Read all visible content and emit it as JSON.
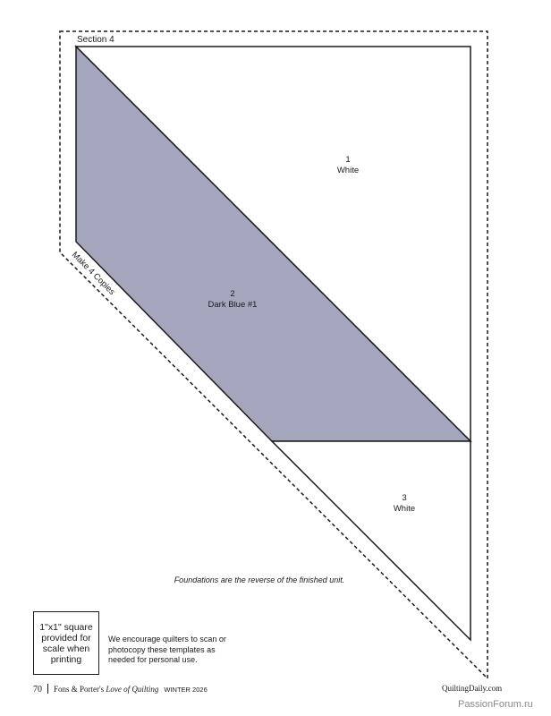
{
  "template": {
    "section_label": "Section 4",
    "copies_label": "Make 4 Copies",
    "pieces": [
      {
        "number": "1",
        "fabric": "White"
      },
      {
        "number": "2",
        "fabric": "Dark Blue #1"
      },
      {
        "number": "3",
        "fabric": "White"
      }
    ],
    "note": "Foundations are the reverse of the finished unit.",
    "colors": {
      "dark_blue": "#a4a6be",
      "outline": "#1a1a1a",
      "white": "#ffffff"
    }
  },
  "scale_box": {
    "text": "1\"x1\" square provided for scale when printing"
  },
  "encourage_text": "We encourage quilters to scan or photocopy these templates as needed for personal use.",
  "footer": {
    "page_number": "70",
    "magazine_prefix": "Fons & Porter's",
    "magazine_italic": "Love of Quilting",
    "season": "WINTER 2026",
    "website": "QuiltingDaily.com"
  },
  "watermark": "PassionForum.ru"
}
